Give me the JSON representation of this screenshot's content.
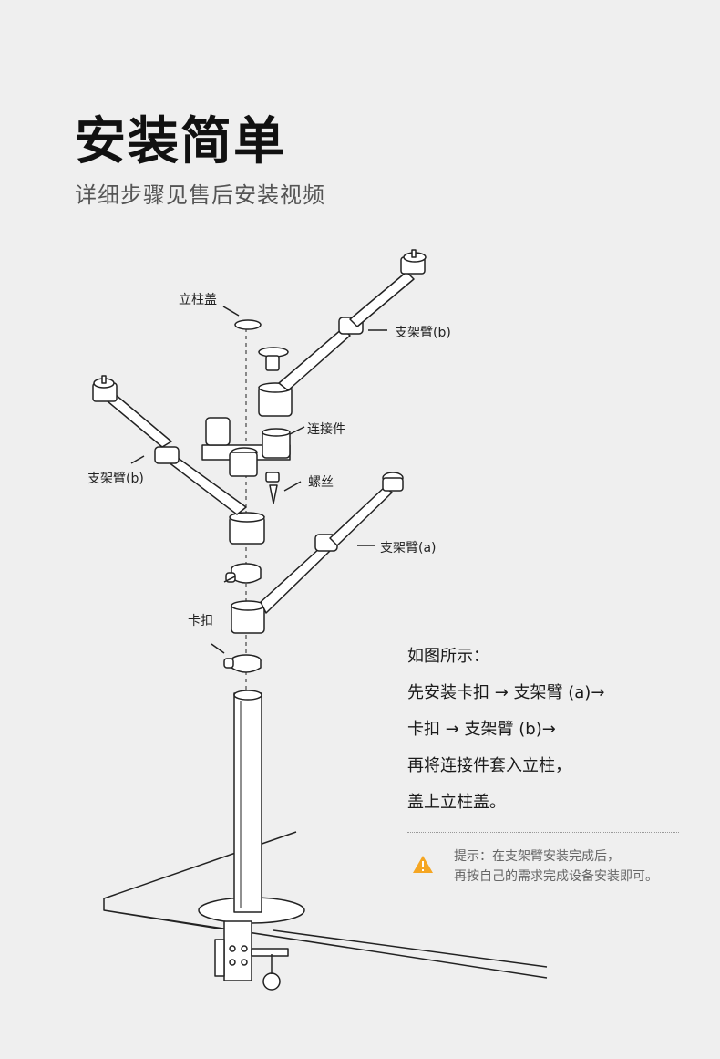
{
  "header": {
    "title": "安装简单",
    "subtitle": "详细步骤见售后安装视频"
  },
  "labels": {
    "post_cap": "立柱盖",
    "arm_b_top": "支架臂(b)",
    "arm_b_left": "支架臂(b)",
    "connector": "连接件",
    "screw": "螺丝",
    "arm_a": "支架臂(a)",
    "clip": "卡扣"
  },
  "instructions": {
    "lines": [
      "如图所示：",
      "先安装卡扣 → 支架臂 (a)→",
      "卡扣 → 支架臂 (b)→",
      "再将连接件套入立柱，",
      "盖上立柱盖。"
    ]
  },
  "tip": {
    "line1": "提示：在支架臂安装完成后，",
    "line2": "再按自己的需求完成设备安装即可。",
    "icon_color": "#f5a623"
  }
}
